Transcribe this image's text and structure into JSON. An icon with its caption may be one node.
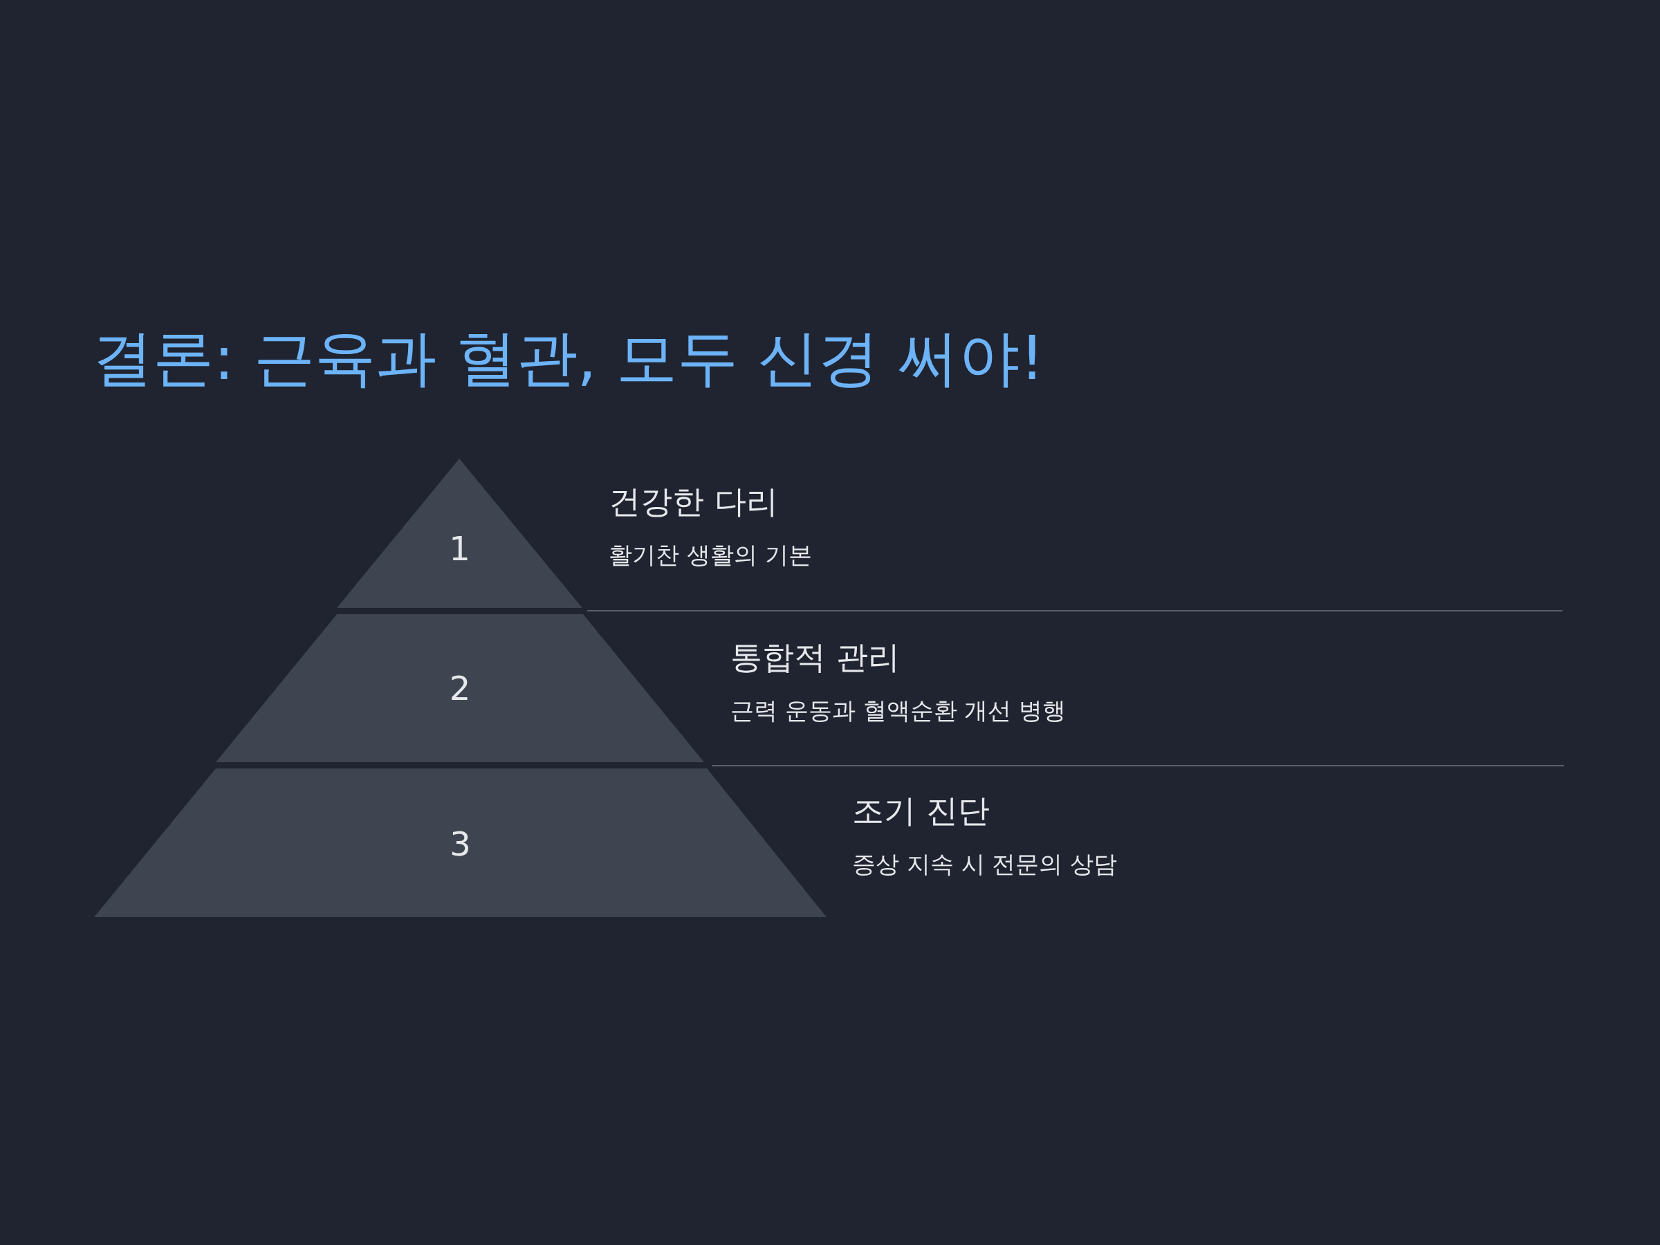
{
  "diagram": {
    "title": "결론: 근육과 혈관, 모두 신경 써야!",
    "nodes": [
      {
        "text": [
          "1"
        ],
        "beside": [
          "건강한 다리",
          "활기찬 생활의 기본"
        ]
      },
      {
        "text": [
          "2"
        ],
        "beside": [
          "통합적 관리",
          "근력 운동과 혈액순환 개선 병행"
        ]
      },
      {
        "text": [
          "3"
        ],
        "beside": [
          "조기 진단",
          "증상 지속 시 전문의 상담"
        ]
      }
    ],
    "edges": []
  }
}
